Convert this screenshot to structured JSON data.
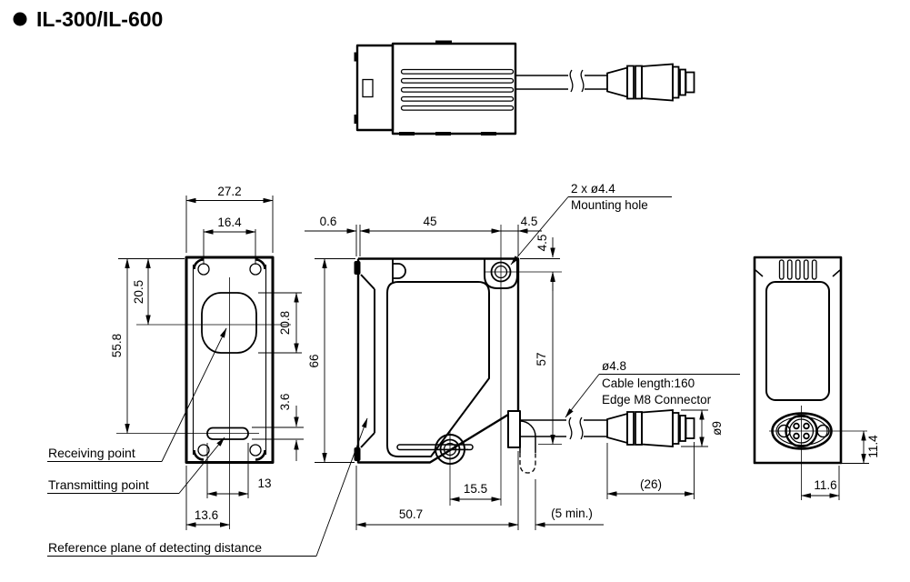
{
  "title": {
    "text": "IL-300/IL-600"
  },
  "views": {
    "front": {
      "dims": {
        "overall_width": "27.2",
        "hole_pitch": "16.4",
        "lens_center_from_top": "20.5",
        "tx_from_top": "55.8",
        "lens_aperture_height": "20.8",
        "slot_height": "3.6",
        "slot_width": "13",
        "tx_center_from_edge": "13.6"
      },
      "labels": {
        "receiving": "Receiving point",
        "transmitting": "Transmitting point",
        "reference": "Reference plane of detecting distance"
      }
    },
    "side": {
      "dims": {
        "bezel": "0.6",
        "front_span": "45",
        "rear_span": "4.5",
        "hole_from_top": "4.5",
        "height": "66",
        "cable_from_hole": "57",
        "hole_offset": "15.5",
        "depth": "50.7",
        "bend_min": "(5 min.)",
        "connector_dia": "ø9",
        "connector_length": "(26)"
      },
      "labels": {
        "hole_note": "2 x ø4.4",
        "hole_note2": "Mounting hole",
        "cable_dia": "ø4.8",
        "cable_length": "Cable length:160",
        "connector": "Edge M8 Connector"
      }
    },
    "rear": {
      "dims": {
        "conn_to_bottom": "11.4",
        "conn_to_side": "11.6"
      }
    }
  }
}
